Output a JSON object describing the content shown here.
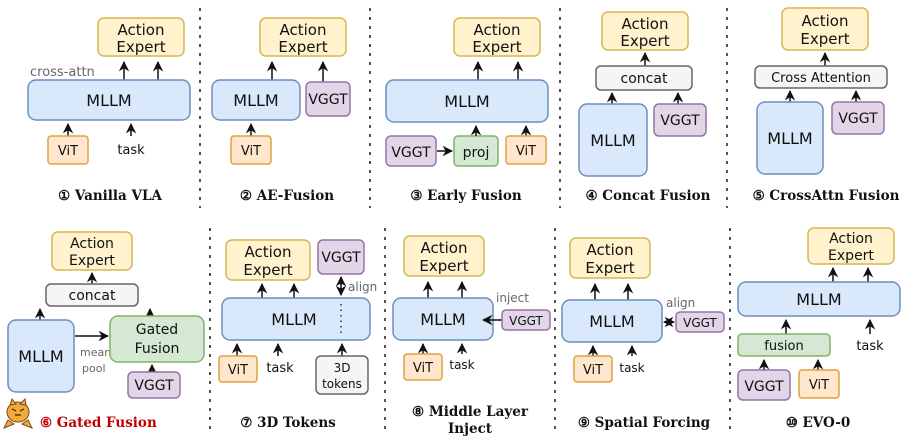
{
  "labels": {
    "action": "Action",
    "expert": "Expert",
    "mllm": "MLLM",
    "vit": "ViT",
    "task": "task",
    "vggt": "VGGT",
    "proj": "proj",
    "concat": "concat",
    "cross_attention": "Cross Attention",
    "cross_attn": "cross-attn",
    "gated": "Gated",
    "fusion_word": "Fusion",
    "mean": "mean",
    "pool": "pool",
    "align": "align",
    "td": "3D",
    "tokens": "tokens",
    "inject": "inject",
    "fusion": "fusion"
  },
  "captions": [
    "① Vanilla VLA",
    "② AE-Fusion",
    "③ Early Fusion",
    "④ Concat Fusion",
    "⑤ CrossAttn Fusion",
    "⑥ Gated Fusion",
    "⑦ 3D Tokens",
    "⑧ Middle Layer",
    "Inject",
    "⑨ Spatial Forcing",
    "⑩ EVO-0"
  ],
  "colors": {
    "mllm_fill": "#dae8fc",
    "mllm_stroke": "#6c8ebf",
    "ae_fill": "#fff2cc",
    "ae_stroke": "#d6b656",
    "vit_fill": "#ffe6cc",
    "vit_stroke": "#e0a040",
    "vggt_fill": "#e1d5e7",
    "vggt_stroke": "#9673a6",
    "green_fill": "#d5e8d4",
    "green_stroke": "#82b366",
    "gray_fill": "#f5f5f5",
    "gray_stroke": "#666666",
    "highlight_caption": "#c00000"
  },
  "icons": [
    "tiger-mascot-icon"
  ]
}
